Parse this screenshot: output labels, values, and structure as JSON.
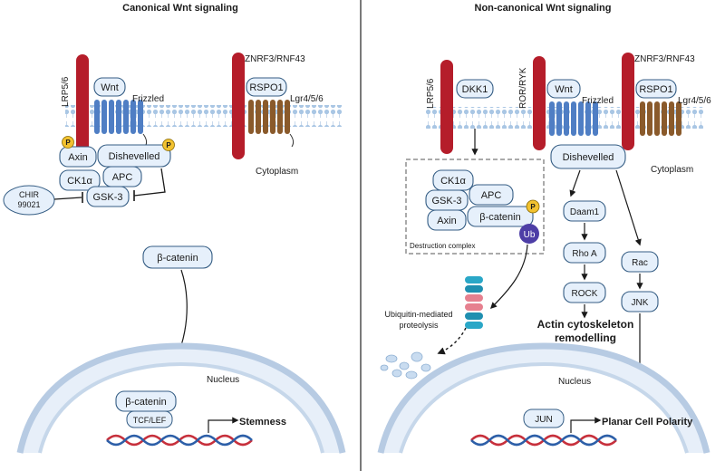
{
  "panels": {
    "left_title": "Canonical Wnt signaling",
    "right_title": "Non-canonical Wnt signaling"
  },
  "left": {
    "lrp": "LRP5/6",
    "wnt": "Wnt",
    "frizzled": "Frizzled",
    "znrf": "ZNRF3/RNF43",
    "cytoplasm": "Cytoplasm",
    "axin": "Axin",
    "dishevelled": "Dishevelled",
    "ck1a": "CK1α",
    "apc": "APC",
    "gsk3": "GSK-3",
    "chir_line1": "CHIR",
    "chir_line2": "99021",
    "bcatenin": "β-catenin",
    "nucleus": "Nucleus",
    "bcat_nuc": "β-catenin",
    "tcf": "TCF/LEF",
    "stemness": "Stemness",
    "p": "P"
  },
  "right": {
    "lrp": "LRP5/6",
    "dkk1": "DKK1",
    "ror": "ROR/RYK",
    "wnt": "Wnt",
    "frizzled": "Frizzled",
    "znrf": "ZNRF3/RNF43",
    "rspo1": "RSPO1",
    "lgr": "Lgr4/5/6",
    "dishevelled": "Dishevelled",
    "cytoplasm": "Cytoplasm",
    "ck1a": "CK1α",
    "gsk3": "GSK-3",
    "apc": "APC",
    "axin": "Axin",
    "bcatenin": "β-catenin",
    "p": "P",
    "ub": "Ub",
    "destruction": "Destruction complex",
    "daam1": "Daam1",
    "rhoa": "Rho A",
    "rock": "ROCK",
    "rac": "Rac",
    "jnk": "JNK",
    "actin_line1": "Actin cytoskeleton",
    "actin_line2": "remodelling",
    "ubiq_line1": "Ubiquitin-mediated",
    "ubiq_line2": "proteolysis",
    "nucleus": "Nucleus",
    "jun": "JUN",
    "pcp": "Planar Cell Polarity"
  },
  "left_rspo1": "RSPO1",
  "left_lgr": "Lgr4/5/6",
  "colors": {
    "receptor_red": "#b51d2a",
    "frizzled_blue": "#4f7ec4",
    "lgr_brown": "#8a5a2b",
    "pill_fill": "#e6f0fb",
    "pill_stroke": "#355d84",
    "phospho": "#f2c230",
    "ub": "#4d3ea6",
    "membrane": "#a9c6e4",
    "dna_red": "#c7303c",
    "dna_blue": "#2d5fa8"
  }
}
